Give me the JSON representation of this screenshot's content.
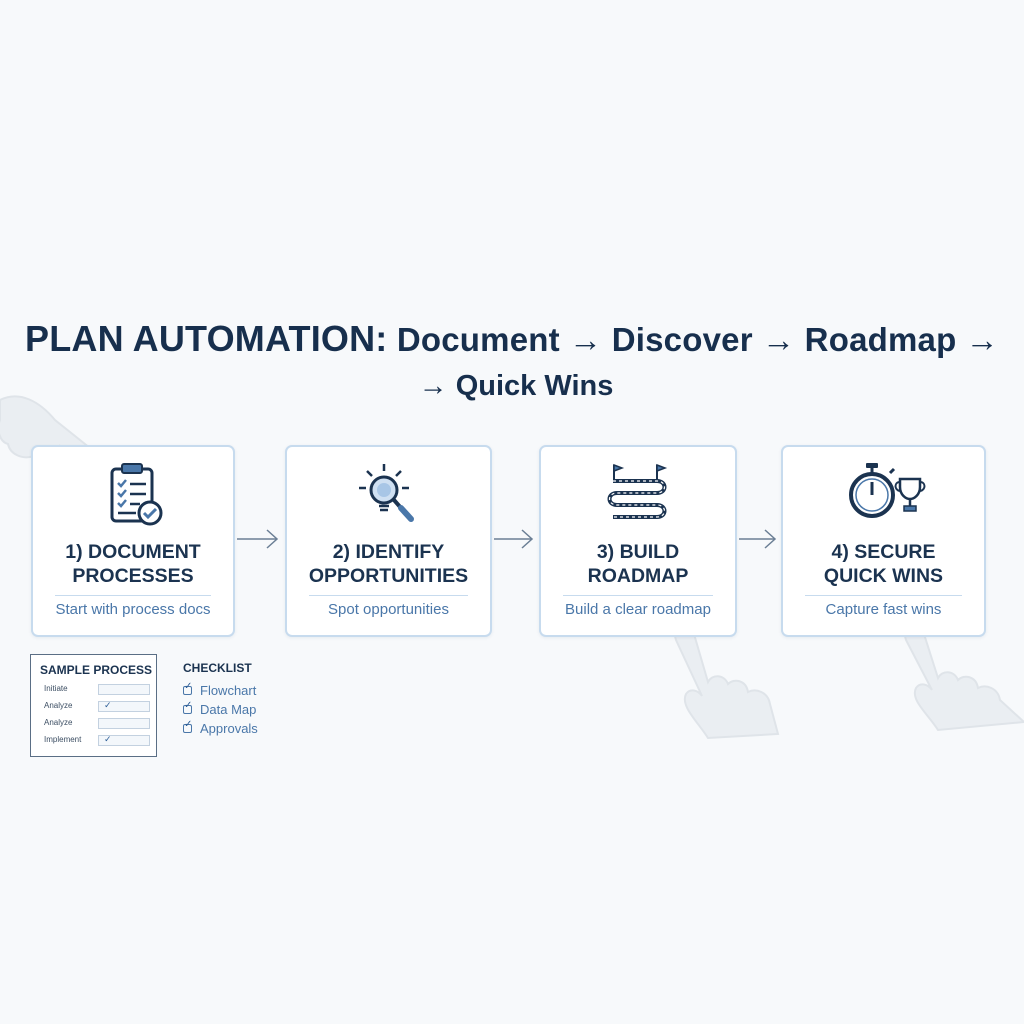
{
  "title": {
    "strong": "PLAN AUTOMATION:",
    "rest": " Document → Discover → Roadmap →",
    "line2": "→ Quick Wins"
  },
  "steps": [
    {
      "title": "1) DOCUMENT\nPROCESSES",
      "subtitle": "Start with process docs",
      "icon": "clipboard-checklist-icon"
    },
    {
      "title": "2) IDENTIFY\nOPPORTUNITIES",
      "subtitle": "Spot opportunities",
      "icon": "magnifier-lightbulb-icon"
    },
    {
      "title": "3) BUILD\nROADMAP",
      "subtitle": "Build a clear roadmap",
      "icon": "roadmap-path-icon"
    },
    {
      "title": "4) SECURE\nQUICK WINS",
      "subtitle": "Capture fast wins",
      "icon": "stopwatch-trophy-icon"
    }
  ],
  "sample_process": {
    "title": "SAMPLE PROCESS",
    "rows": [
      {
        "label": "Initiate",
        "checked": false
      },
      {
        "label": "Analyze",
        "checked": true
      },
      {
        "label": "Analyze",
        "checked": false
      },
      {
        "label": "Implement",
        "checked": true
      }
    ]
  },
  "checklist": {
    "title": "CHECKLIST",
    "items": [
      "Flowchart",
      "Data Map",
      "Approvals"
    ]
  },
  "colors": {
    "navy": "#172f4d",
    "accent": "#4a77a9",
    "card_border": "#c7dbee",
    "background": "#f7f9fb"
  }
}
